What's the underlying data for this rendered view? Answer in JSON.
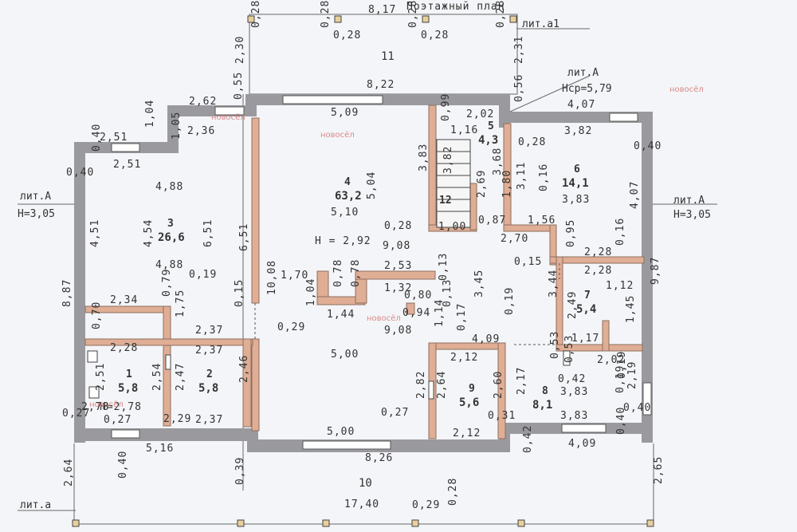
{
  "header": {
    "title": "Поэтажный план",
    "top_dim": "8,17"
  },
  "labels": {
    "lit_a1": "лит.а1",
    "lit_A_top": "лит.А",
    "hcp": "Нср=5,79",
    "lit_A_left": "лит.А",
    "h_left": "Н=3,05",
    "lit_A_right": "лит.А",
    "h_right": "Н=3,05",
    "lit_a_bottom": "лит.а",
    "h_room4": "Н = 2,92",
    "h_room1": "Н=2,78"
  },
  "logo": {
    "text": "новосёл"
  },
  "rooms": [
    {
      "num": "11"
    },
    {
      "num": "4",
      "area": "63,2"
    },
    {
      "num": "3",
      "area": "26,6"
    },
    {
      "num": "5",
      "area": "4,3"
    },
    {
      "num": "6",
      "area": "14,1"
    },
    {
      "num": "12"
    },
    {
      "num": "7",
      "area": "5,4"
    },
    {
      "num": "1",
      "area": "5,8"
    },
    {
      "num": "2",
      "area": "5,8"
    },
    {
      "num": "9",
      "area": "5,6"
    },
    {
      "num": "8",
      "area": "8,1"
    },
    {
      "num": "10"
    }
  ],
  "dims": [
    "0,28",
    "0,28",
    "0,28",
    "0,28",
    "0,28",
    "0,28",
    "2,30",
    "2,31",
    "8,22",
    "0,56",
    "4,07",
    "5,09",
    "2,02",
    "0,99",
    "1,16",
    "2,62",
    "1,04",
    "0,55",
    "2,36",
    "2,51",
    "0,40",
    "1,05",
    "2,51",
    "0,40",
    "3,82",
    "0,40",
    "0,28",
    "3,83",
    "3,82",
    "2,69",
    "3,68",
    "3,11",
    "1,80",
    "4,88",
    "5,04",
    "0,16",
    "4,07",
    "3,83",
    "4,54",
    "4,51",
    "6,51",
    "6,51",
    "5,10",
    "0,28",
    "1,00",
    "0,87",
    "1,56",
    "0,16",
    "0,95",
    "2,70",
    "9,08",
    "2,28",
    "2,28",
    "4,88",
    "0,19",
    "2,53",
    "0,13",
    "0,15",
    "1,70",
    "0,78",
    "0,78",
    "1,32",
    "3,45",
    "3,44",
    "1,12",
    "9,87",
    "8,87",
    "2,34",
    "0,79",
    "1,75",
    "10,08",
    "1,04",
    "0,15",
    "0,80",
    "0,19",
    "2,49",
    "1,45",
    "0,70",
    "1,44",
    "0,94",
    "0,17",
    "1,14",
    "0,13",
    "2,37",
    "0,29",
    "9,08",
    "4,09",
    "1,17",
    "2,28",
    "2,37",
    "5,00",
    "2,12",
    "0,53",
    "2,02",
    "0,53",
    "0,42",
    "0,19",
    "2,51",
    "2,54",
    "2,47",
    "2,46",
    "2,82",
    "2,64",
    "2,60",
    "2,17",
    "3,83",
    "2,19",
    "0,40",
    "0,27",
    "2,29",
    "0,27",
    "2,37",
    "0,27",
    "0,31",
    "3,83",
    "0,40",
    "5,16",
    "5,00",
    "2,12",
    "4,09",
    "8,26",
    "0,40",
    "0,42",
    "0,39",
    "0,28",
    "2,64",
    "2,65",
    "17,40",
    "0,29",
    "2,78",
    "0,19"
  ]
}
